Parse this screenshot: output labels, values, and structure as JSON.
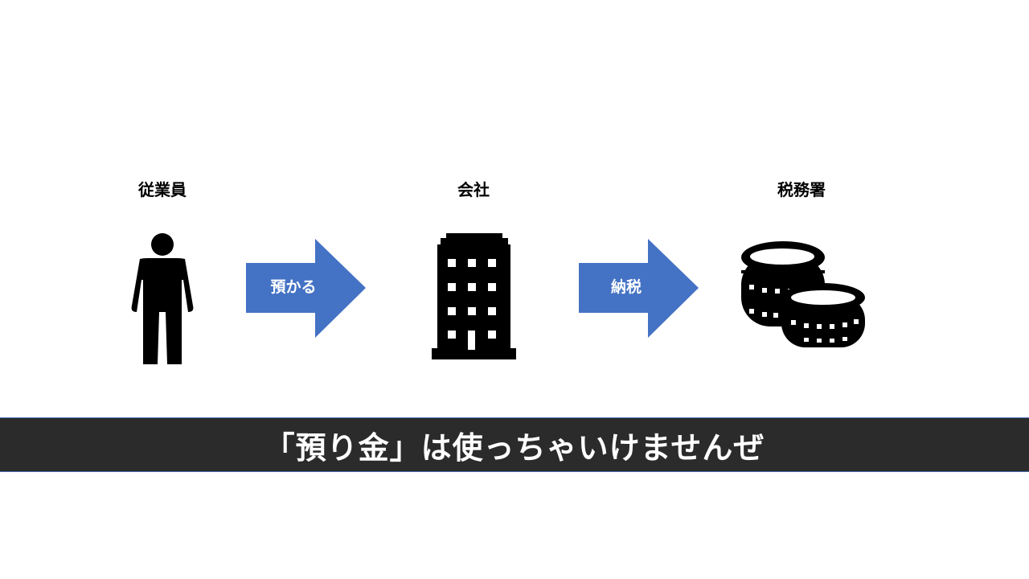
{
  "nodes": [
    {
      "label": "従業員",
      "icon": "person-icon"
    },
    {
      "label": "会社",
      "icon": "building-icon"
    },
    {
      "label": "税務署",
      "icon": "coins-icon"
    }
  ],
  "arrows": [
    {
      "label": "預かる"
    },
    {
      "label": "納税"
    }
  ],
  "banner": {
    "text": "「預り金」は使っちゃいけませんぜ"
  },
  "colors": {
    "arrow": "#4472c4",
    "banner": "#2b2b2b"
  }
}
